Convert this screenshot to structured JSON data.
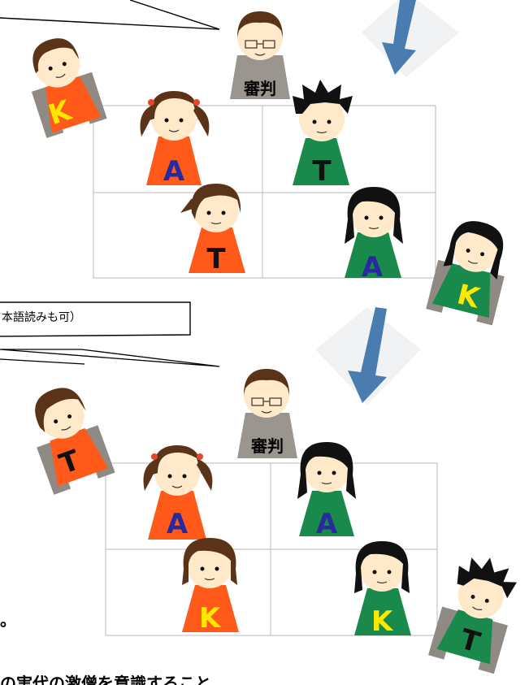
{
  "colors": {
    "orange_shirt": "#ff5a1a",
    "green_shirt": "#1a8a4c",
    "referee_shirt": "#9a958f",
    "hair_brown": "#5a3318",
    "hair_black": "#111111",
    "arrow_blue": "#4a7cb0",
    "letter_yellow": "#ffe800",
    "letter_blue": "#2a2aa0",
    "letter_black": "#111111"
  },
  "top_scene": {
    "referee_label": "審判",
    "badge_left": "K",
    "grid_letters": [
      "A",
      "T",
      "T",
      "A"
    ],
    "badge_right": "K"
  },
  "bottom_scene": {
    "referee_label": "審判",
    "badge_left": "T",
    "grid_letters": [
      "A",
      "A",
      "K",
      "K"
    ],
    "badge_right": "T"
  },
  "speech_bubble_text": "本語読みも可）",
  "bottom_edge": {
    "fragment_1": "。",
    "fragment_2": "の実代の激僧を意識すること"
  }
}
